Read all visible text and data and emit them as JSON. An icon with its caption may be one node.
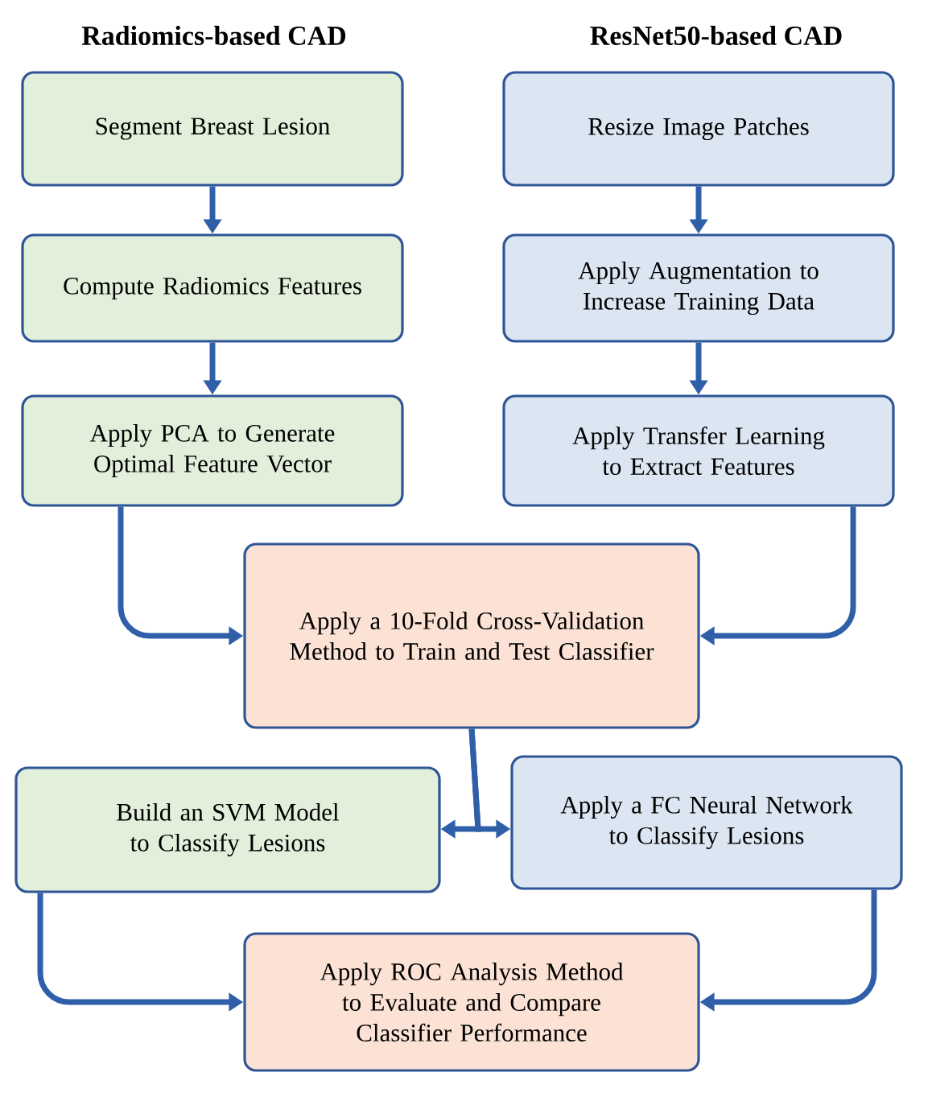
{
  "diagram": {
    "nodes": [
      {
        "text": [
          "Segment Breast Lesion"
        ]
      },
      {
        "text": [
          "Resize Image Patches"
        ]
      },
      {
        "text": [
          "Compute Radiomics Features"
        ]
      },
      {
        "text": [
          "Apply Augmentation to Increase Training Data"
        ]
      },
      {
        "text": [
          "Apply PCA to Generate Optimal Feature Vector"
        ]
      },
      {
        "text": [
          "Apply Transfer Learning to Extract Features"
        ]
      },
      {
        "text": [
          "Apply a 10-Fold Cross-Validation Method to Train and Test Classifier"
        ]
      },
      {
        "text": [
          "Build an SVM Model to Classify Lesions"
        ]
      },
      {
        "text": [
          "Apply a FC Neural Network to Classify Lesions"
        ]
      },
      {
        "text": [
          "Apply ROC Analysis Method to Evaluate and Compare Classifier Performance"
        ]
      }
    ],
    "edges": [
      {
        "from": 0,
        "to": 2,
        "arrow": "to"
      },
      {
        "from": 2,
        "to": 4,
        "arrow": "to"
      },
      {
        "from": 1,
        "to": 3,
        "arrow": "to"
      },
      {
        "from": 3,
        "to": 5,
        "arrow": "to"
      },
      {
        "from": 4,
        "to": 6,
        "arrow": "to"
      },
      {
        "from": 5,
        "to": 6,
        "arrow": "to"
      },
      {
        "from": 6,
        "to": 7,
        "arrow": "to"
      },
      {
        "from": 6,
        "to": 8,
        "arrow": "to"
      },
      {
        "from": 7,
        "to": 9,
        "arrow": "to"
      },
      {
        "from": 8,
        "to": 9,
        "arrow": "to"
      }
    ],
    "labels": [
      "Radiomics-based CAD",
      "ResNet50-based CAD"
    ]
  }
}
